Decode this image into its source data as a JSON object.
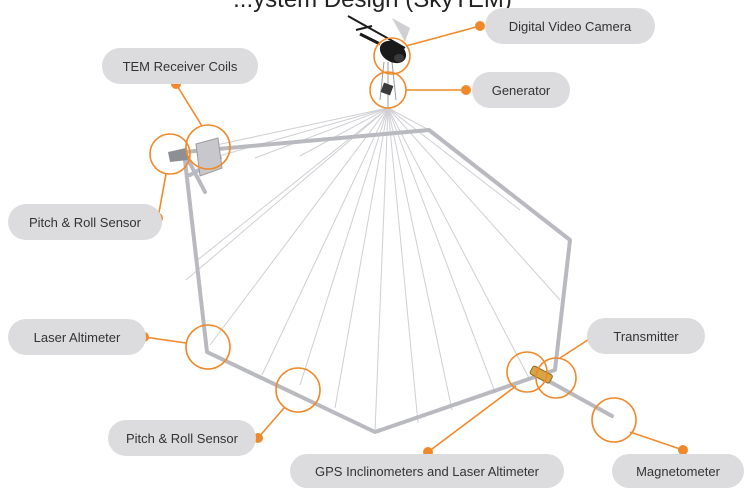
{
  "page": {
    "title": "...ystem Design (SkyTEM)"
  },
  "colors": {
    "accent": "#f0892a",
    "frame": "#b9b9c0",
    "wire": "#cfcfd4",
    "pill": "#dcdcdf",
    "text": "#333333",
    "helicopter": "#1a1a1a"
  },
  "callouts": [
    {
      "id": "digital-video-camera",
      "label": "Digital Video Camera"
    },
    {
      "id": "generator",
      "label": "Generator"
    },
    {
      "id": "tem-receiver-coils",
      "label": "TEM Receiver Coils"
    },
    {
      "id": "pitch-roll-sensor-upper",
      "label": "Pitch & Roll Sensor"
    },
    {
      "id": "laser-altimeter",
      "label": "Laser Altimeter"
    },
    {
      "id": "transmitter",
      "label": "Transmitter"
    },
    {
      "id": "pitch-roll-sensor-lower",
      "label": "Pitch & Roll Sensor"
    },
    {
      "id": "gps-inclinometers",
      "label": "GPS Inclinometers and Laser Altimeter"
    },
    {
      "id": "magnetometer",
      "label": "Magnetometer"
    }
  ]
}
